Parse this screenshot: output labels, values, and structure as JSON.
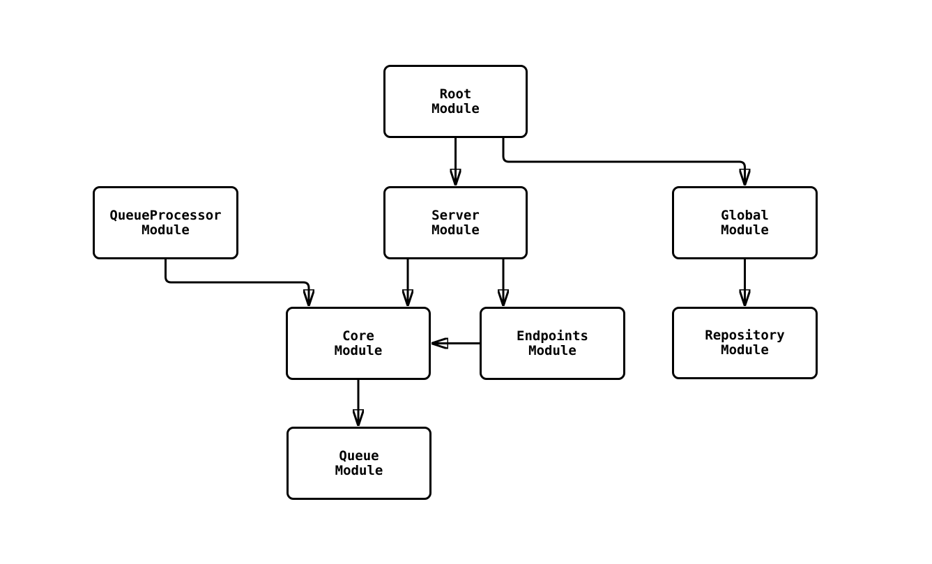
{
  "diagram": {
    "type": "module-dependency-flowchart",
    "background_color": "#ffffff",
    "node_fill_color": "#ffffff",
    "node_border_color": "#000000",
    "edge_color": "#000000",
    "text_color": "#000000",
    "nodes": [
      {
        "id": "root",
        "label": "Root\nModule"
      },
      {
        "id": "queueprocessor",
        "label": "QueueProcessor\nModule"
      },
      {
        "id": "server",
        "label": "Server\nModule"
      },
      {
        "id": "global",
        "label": "Global\nModule"
      },
      {
        "id": "core",
        "label": "Core\nModule"
      },
      {
        "id": "endpoints",
        "label": "Endpoints\nModule"
      },
      {
        "id": "repository",
        "label": "Repository\nModule"
      },
      {
        "id": "queue",
        "label": "Queue\nModule"
      }
    ],
    "edges": [
      {
        "from": "root",
        "to": "server"
      },
      {
        "from": "root",
        "to": "global"
      },
      {
        "from": "queueprocessor",
        "to": "core"
      },
      {
        "from": "server",
        "to": "core"
      },
      {
        "from": "server",
        "to": "endpoints"
      },
      {
        "from": "endpoints",
        "to": "core"
      },
      {
        "from": "global",
        "to": "repository"
      },
      {
        "from": "core",
        "to": "queue"
      }
    ]
  }
}
